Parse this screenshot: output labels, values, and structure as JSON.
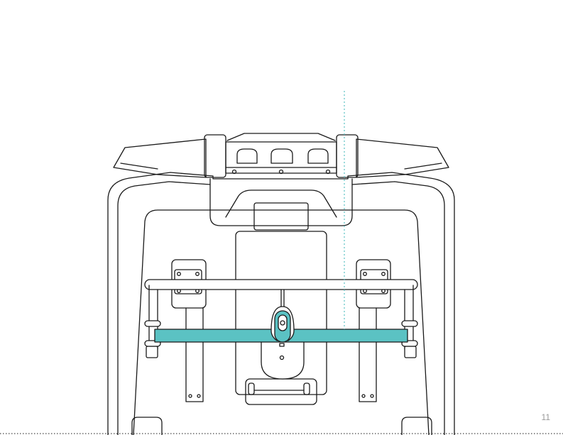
{
  "page": {
    "number": "11"
  },
  "colors": {
    "line": "#1a1a1a",
    "accent": "#5bc2c3",
    "guide": "#5bc2c3",
    "page_number": "#9a9a9a",
    "background": "#ffffff"
  },
  "parts": {
    "accent_part": "crossbar-with-center-clamp",
    "guide": "alignment-guide-line"
  }
}
